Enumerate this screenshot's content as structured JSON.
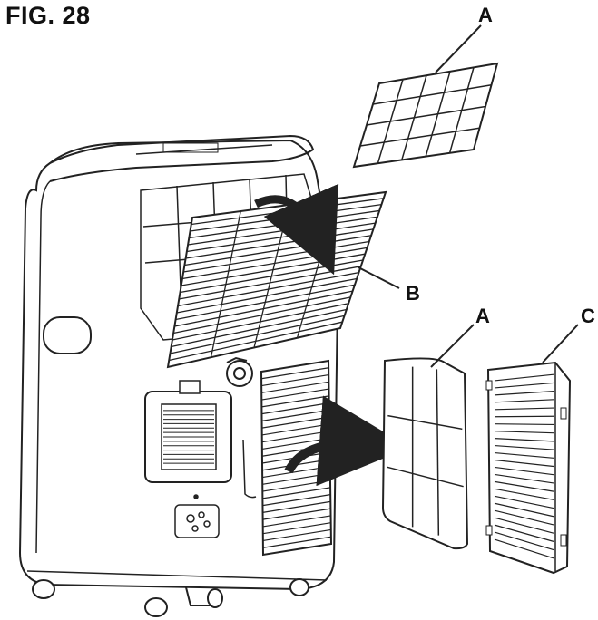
{
  "figure": {
    "title": "FIG. 28"
  },
  "callouts": {
    "a_top": "A",
    "b": "B",
    "a_mid": "A",
    "c": "C"
  }
}
